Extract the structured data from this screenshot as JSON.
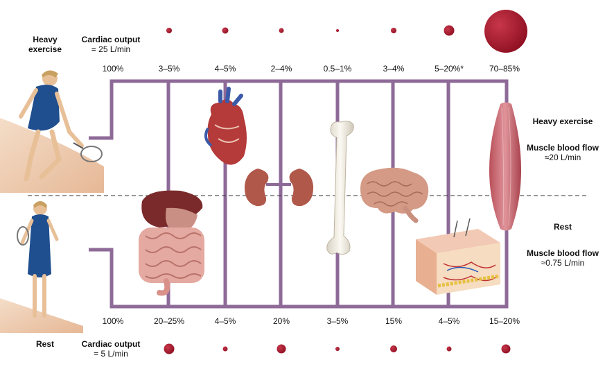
{
  "exercise": {
    "label_line1": "Heavy",
    "label_line2": "exercise",
    "cardiac_title": "Cardiac output",
    "cardiac_value": "= 25 L/min",
    "percents": [
      "100%",
      "3–5%",
      "4–5%",
      "2–4%",
      "0.5–1%",
      "3–4%",
      "5–20%*",
      "70–85%"
    ],
    "side_title": "Heavy exercise",
    "flow_title": "Muscle blood flow",
    "flow_value": "≈20 L/min"
  },
  "rest": {
    "label": "Rest",
    "cardiac_title": "Cardiac output",
    "cardiac_value": "= 5 L/min",
    "percents": [
      "100%",
      "20–25%",
      "4–5%",
      "20%",
      "3–5%",
      "15%",
      "4–5%",
      "15–20%"
    ],
    "side_title": "Rest",
    "flow_title": "Muscle blood flow",
    "flow_value": "≈0.75 L/min"
  },
  "colors": {
    "vessel": "#8e6a98",
    "dot": "#a3182b",
    "dashed": "#333333"
  },
  "icons": [
    "tennis-player-exercise-icon",
    "tennis-player-rest-icon",
    "liver-digestive-icon",
    "heart-icon",
    "kidneys-icon",
    "bone-icon",
    "brain-icon",
    "skin-icon",
    "skeletal-muscle-icon"
  ]
}
